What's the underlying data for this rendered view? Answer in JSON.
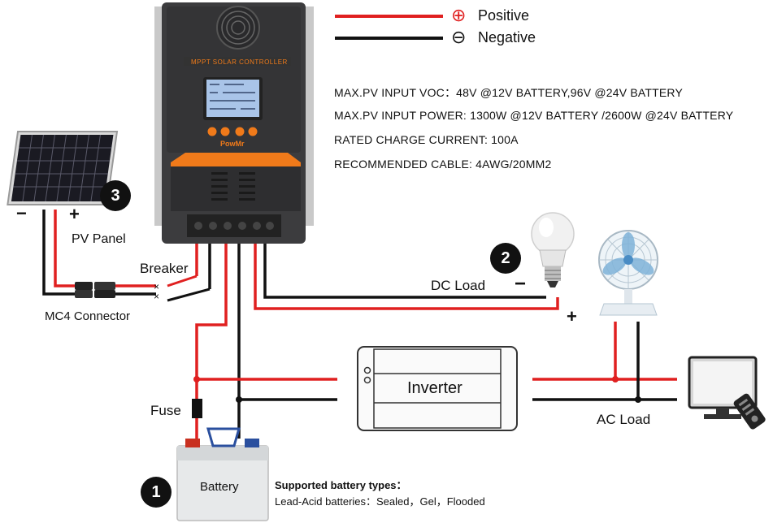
{
  "legend": {
    "positive_symbol": "⊕",
    "positive_label": "Positive",
    "negative_symbol": "⊖",
    "negative_label": "Negative"
  },
  "specs": {
    "line1": "MAX.PV INPUT VOC：48V @12V BATTERY,96V @24V BATTERY",
    "line2": "MAX.PV INPUT POWER: 1300W @12V BATTERY /2600W @24V BATTERY",
    "line3": "RATED CHARGE CURRENT: 100A",
    "line4": "RECOMMENDED CABLE: 4AWG/20MM2"
  },
  "controller": {
    "title": "MPPT SOLAR CONTROLLER",
    "brand": "PowMr"
  },
  "labels": {
    "pv_panel": "PV Panel",
    "breaker": "Breaker",
    "mc4": "MC4 Connector",
    "dc_load": "DC Load",
    "inverter": "Inverter",
    "ac_load": "AC Load",
    "fuse": "Fuse",
    "battery": "Battery",
    "battery_types_title": "Supported battery types：",
    "battery_types_list": "Lead-Acid batteries：Sealed，Gel，Flooded",
    "pv_minus": "−",
    "pv_plus": "+",
    "dc_minus": "−",
    "dc_plus": "+"
  },
  "badges": {
    "battery_num": "1",
    "dc_load_num": "2",
    "pv_num": "3"
  },
  "colors": {
    "positive": "#e02020",
    "negative": "#111111",
    "controller_body": "#3c3c3e",
    "controller_accent": "#f07a1a"
  }
}
